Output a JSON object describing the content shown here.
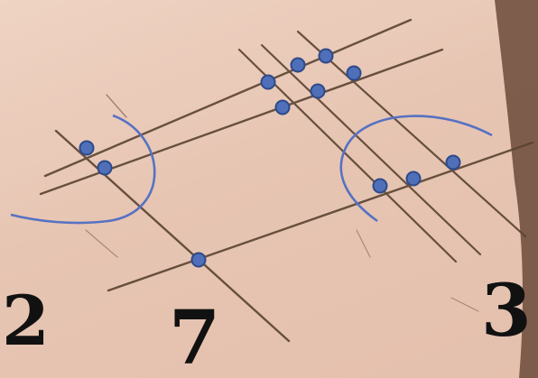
{
  "labels": {
    "left": "2",
    "middle": "7",
    "right": "3"
  },
  "colors": {
    "paper": "#e9c9b8",
    "stick_line": "#5a4332",
    "marker": "#4f6fb8",
    "marker_outline": "#2d4a8a",
    "label": "#111111"
  }
}
